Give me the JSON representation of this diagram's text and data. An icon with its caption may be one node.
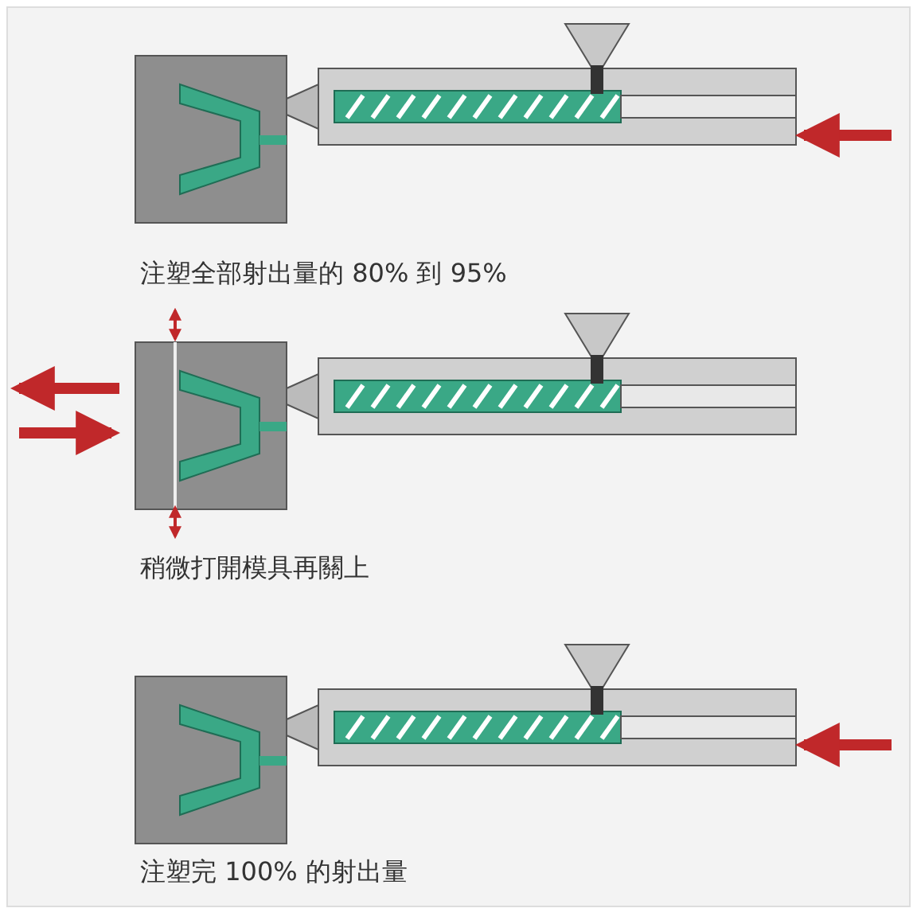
{
  "diagram": {
    "labels": [
      "注塑全部射出量的 80% 到 95%",
      "稍微打開模具再關上",
      "注塑完 100% 的射出量"
    ]
  }
}
